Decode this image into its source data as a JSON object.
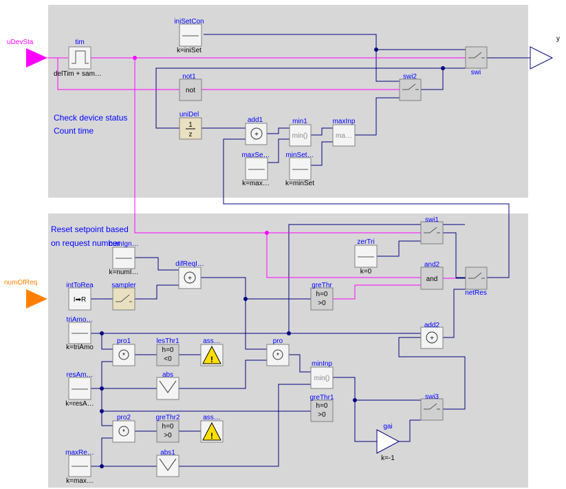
{
  "diagram": {
    "ports": {
      "uDevSta": "uDevSta",
      "numOfReq": "numOfReq",
      "y": "y"
    },
    "descriptions": [
      "Check device status",
      "Count time",
      "Reset setpoint based",
      "on request number"
    ],
    "blocks": {
      "tim": {
        "name": "tim",
        "param": "delTim + sam…"
      },
      "iniSetCon": {
        "name": "iniSetCon",
        "param": "k=iniSet"
      },
      "swi": {
        "name": "swi"
      },
      "not1": {
        "name": "not1",
        "inner": "not"
      },
      "swi2": {
        "name": "swi2"
      },
      "uniDel": {
        "name": "uniDel",
        "num": "1",
        "den": "z"
      },
      "add1": {
        "name": "add1"
      },
      "min1": {
        "name": "min1",
        "inner": "min()"
      },
      "maxInp": {
        "name": "maxInp",
        "inner": "ma…"
      },
      "maxSet": {
        "name": "maxSe…",
        "param": "k=max…"
      },
      "minSet": {
        "name": "minSet…",
        "param": "k=minSet"
      },
      "numIgnReq": {
        "name": "numIgn…",
        "param": "k=numI…"
      },
      "difReqIgnReq": {
        "name": "difReqI…"
      },
      "intToRea": {
        "name": "intToRea",
        "inner": "I➡R"
      },
      "sampler": {
        "name": "sampler"
      },
      "greThr": {
        "name": "greThr",
        "h": "h=0",
        "cmp": ">0"
      },
      "swi1": {
        "name": "swi1"
      },
      "zerTri": {
        "name": "zerTri",
        "param": "k=0"
      },
      "and2": {
        "name": "and2",
        "inner": "and"
      },
      "netRes": {
        "name": "netRes"
      },
      "triAmo": {
        "name": "triAmo…",
        "param": "k=triAmo"
      },
      "add2": {
        "name": "add2"
      },
      "pro1": {
        "name": "pro1"
      },
      "lesThr1": {
        "name": "lesThr1",
        "h": "h=0",
        "cmp": "<0"
      },
      "assMes": {
        "name": "ass…"
      },
      "pro": {
        "name": "pro"
      },
      "resAmo": {
        "name": "resAm…",
        "param": "k=resA…"
      },
      "abs": {
        "name": "abs"
      },
      "minInp": {
        "name": "minInp",
        "inner": "min()"
      },
      "greThr1": {
        "name": "greThr1",
        "h": "h=0",
        "cmp": ">0"
      },
      "swi3": {
        "name": "swi3"
      },
      "pro2": {
        "name": "pro2"
      },
      "greThr2": {
        "name": "greThr2",
        "h": "h=0",
        "cmp": ">0"
      },
      "assMes1": {
        "name": "ass…"
      },
      "gai": {
        "name": "gai",
        "param": "k=-1"
      },
      "maxResAmo": {
        "name": "maxRe…",
        "param": "k=max…"
      },
      "abs1": {
        "name": "abs1"
      }
    }
  }
}
